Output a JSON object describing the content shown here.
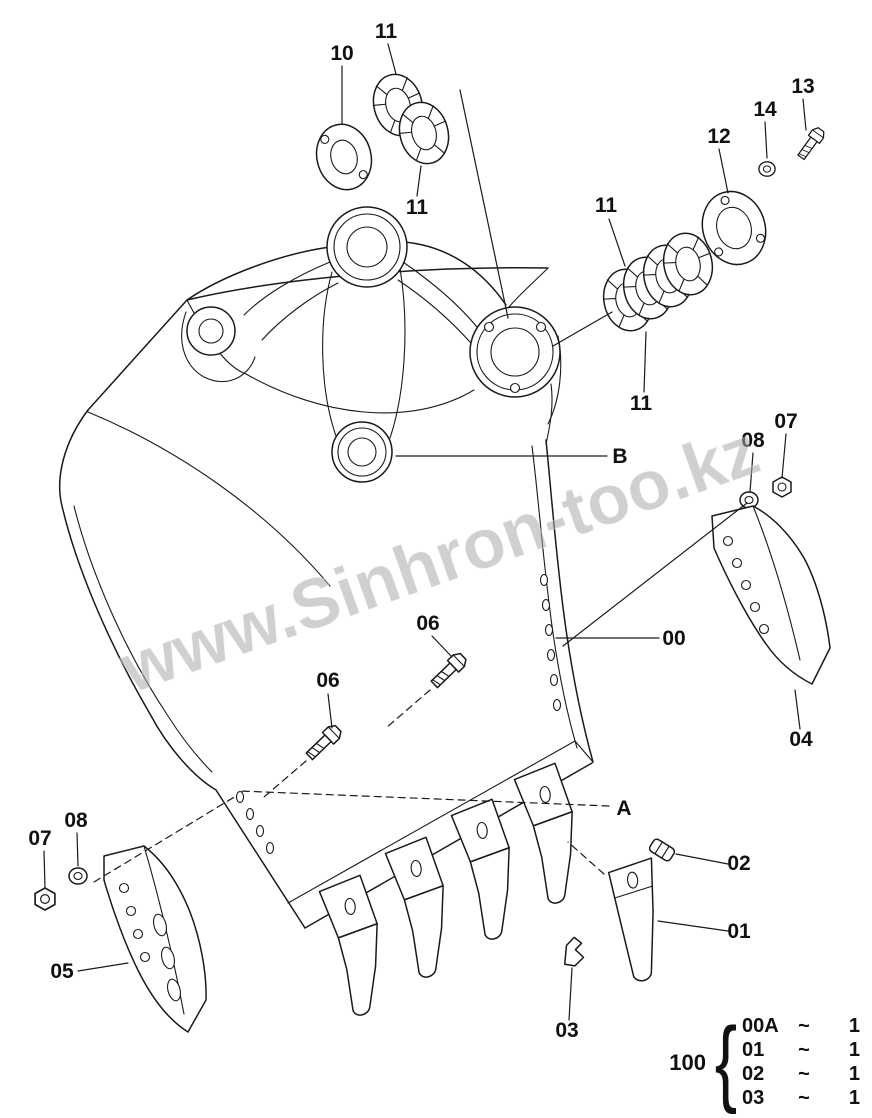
{
  "watermark": "www.Sinhron-too.kz",
  "callouts": [
    "10",
    "11",
    "11",
    "13",
    "14",
    "12",
    "11",
    "11",
    "B",
    "07",
    "08",
    "00",
    "04",
    "06",
    "06",
    "A",
    "02",
    "01",
    "03",
    "07",
    "08",
    "05"
  ],
  "legend": {
    "group_number": "100",
    "brace": "{",
    "rows": [
      {
        "code": "00A",
        "sep": "~",
        "qty": "1"
      },
      {
        "code": "01",
        "sep": "~",
        "qty": "1"
      },
      {
        "code": "02",
        "sep": "~",
        "qty": "1"
      },
      {
        "code": "03",
        "sep": "~",
        "qty": "1"
      }
    ]
  }
}
